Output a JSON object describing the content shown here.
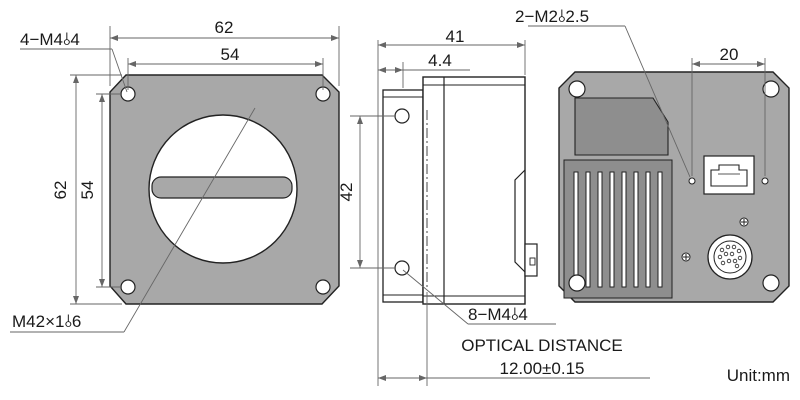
{
  "front_view": {
    "width_outer": "62",
    "width_inner": "54",
    "height_outer": "62",
    "height_inner": "54",
    "mount_holes_label": "4−M4",
    "mount_holes_depth": "4",
    "lens_mount_label": "M42×1",
    "lens_mount_depth": "6"
  },
  "side_view": {
    "length_total": "41",
    "flange_offset": "4.4",
    "hole_spacing": "42",
    "side_holes_label": "8−M4",
    "side_holes_depth": "4",
    "optical_distance_label": "OPTICAL DISTANCE",
    "optical_distance_value": "12.00±0.15"
  },
  "rear_view": {
    "screw_holes_label": "2−M2",
    "screw_holes_depth": "2.5",
    "screw_spacing": "20"
  },
  "unit_label": "Unit:mm",
  "colors": {
    "body_fill": "#a8a8a8",
    "body_dark": "#8e8e8e",
    "stroke": "#222222"
  }
}
